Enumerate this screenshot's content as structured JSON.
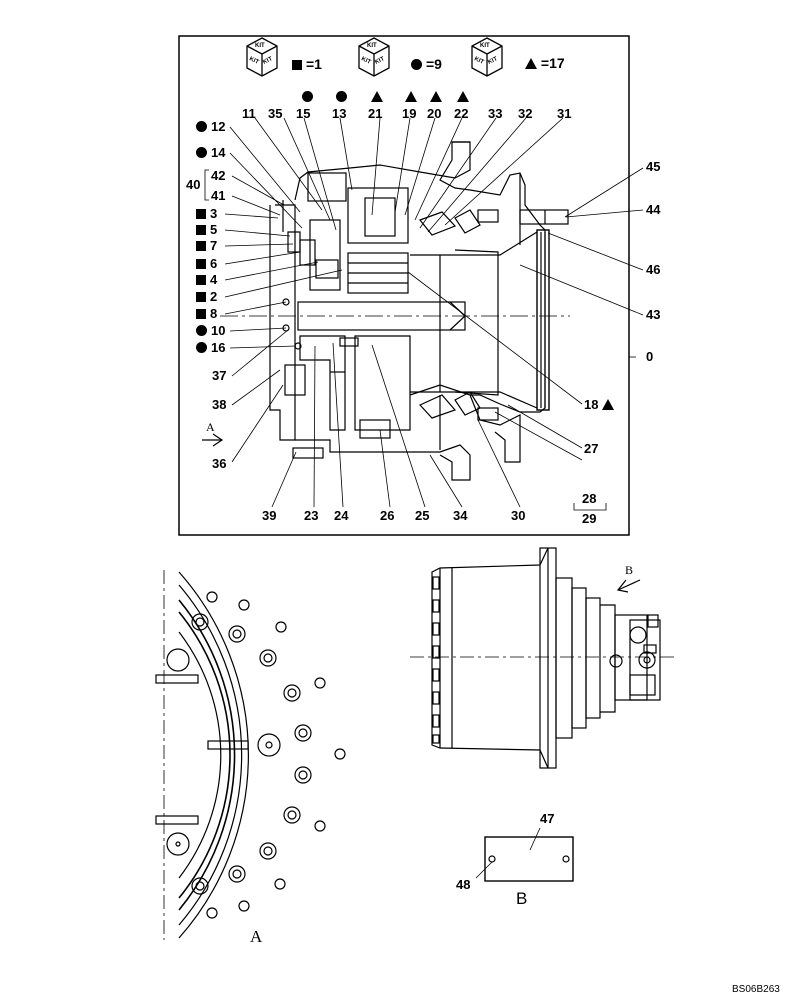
{
  "kits": [
    {
      "icon": "kit-cube-icon",
      "marker": "square",
      "count_label": "=1"
    },
    {
      "icon": "kit-cube-icon",
      "marker": "circle",
      "count_label": "=9"
    },
    {
      "icon": "kit-cube-icon",
      "marker": "triangle",
      "count_label": "=17"
    }
  ],
  "kit_word": "KIT",
  "top_labels": [
    {
      "text": "11",
      "marker": ""
    },
    {
      "text": "35",
      "marker": ""
    },
    {
      "text": "15",
      "marker": "circle"
    },
    {
      "text": "13",
      "marker": "circle"
    },
    {
      "text": "21",
      "marker": "triangle"
    },
    {
      "text": "19",
      "marker": "triangle"
    },
    {
      "text": "20",
      "marker": "triangle"
    },
    {
      "text": "22",
      "marker": "triangle"
    },
    {
      "text": "33",
      "marker": ""
    },
    {
      "text": "32",
      "marker": ""
    },
    {
      "text": "31",
      "marker": ""
    }
  ],
  "left_labels": [
    {
      "text": "12",
      "marker": "circle"
    },
    {
      "text": "14",
      "marker": "circle"
    },
    {
      "text": "42",
      "marker": ""
    },
    {
      "text": "41",
      "marker": ""
    },
    {
      "text": "3",
      "marker": "square"
    },
    {
      "text": "5",
      "marker": "square"
    },
    {
      "text": "7",
      "marker": "square"
    },
    {
      "text": "6",
      "marker": "square"
    },
    {
      "text": "4",
      "marker": "square"
    },
    {
      "text": "2",
      "marker": "square"
    },
    {
      "text": "8",
      "marker": "square"
    },
    {
      "text": "10",
      "marker": "circle"
    },
    {
      "text": "16",
      "marker": "circle"
    },
    {
      "text": "37",
      "marker": ""
    },
    {
      "text": "38",
      "marker": ""
    },
    {
      "text": "36",
      "marker": ""
    }
  ],
  "group_label": "40",
  "right_labels": [
    {
      "text": "45",
      "marker": ""
    },
    {
      "text": "44",
      "marker": ""
    },
    {
      "text": "46",
      "marker": ""
    },
    {
      "text": "43",
      "marker": ""
    },
    {
      "text": "0",
      "marker": ""
    },
    {
      "text": "18",
      "marker": "triangle"
    },
    {
      "text": "27",
      "marker": ""
    }
  ],
  "bottom_labels": [
    "39",
    "23",
    "24",
    "26",
    "25",
    "34",
    "30"
  ],
  "fraction": {
    "top": "28",
    "bottom": "29"
  },
  "view_a_arrow": "A",
  "view_b_arrow": "B",
  "view_a_title": "A",
  "view_b_title": "B",
  "plate_labels": {
    "p47": "47",
    "p48": "48"
  },
  "drawing_code": "BS06B263"
}
